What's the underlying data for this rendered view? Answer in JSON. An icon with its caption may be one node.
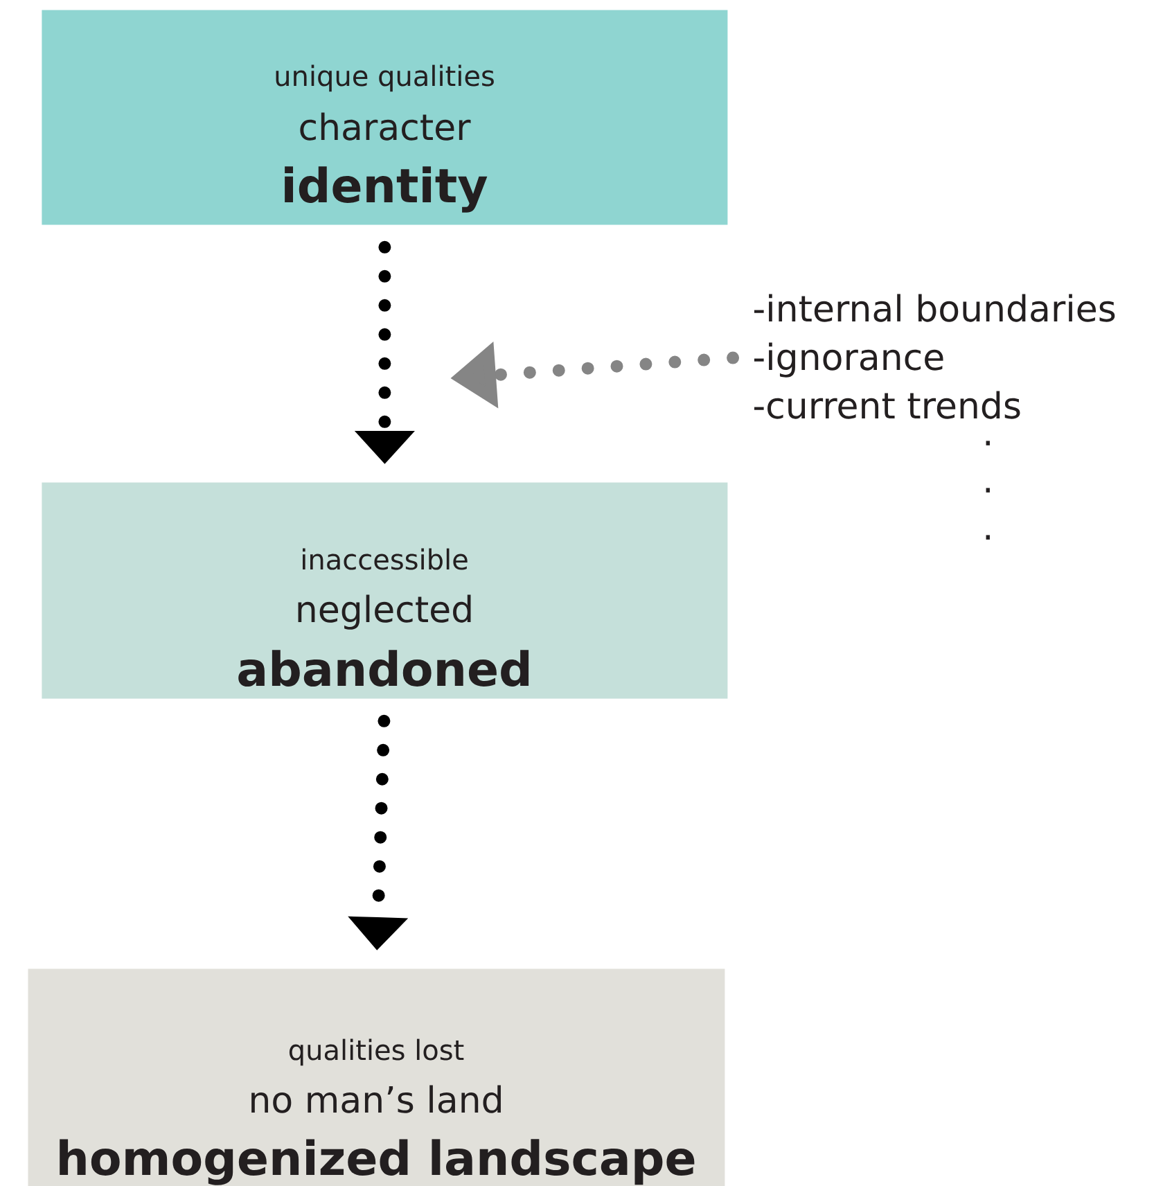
{
  "diagram": {
    "nodes": [
      {
        "text": [
          "unique qualities",
          "character",
          "identity"
        ]
      },
      {
        "text": [
          "inaccessible",
          "neglected",
          "abandoned"
        ]
      },
      {
        "text": [
          "qualities lost",
          "no man’s land",
          "homogenized landscape"
        ]
      },
      {
        "text": [
          "-internal boundaries",
          "-ignorance",
          "-current trends",
          ". . ."
        ]
      }
    ],
    "edges": [
      {
        "from": 0,
        "to": 1,
        "arrow": "to",
        "style": "dashed"
      },
      {
        "from": 1,
        "to": 2,
        "arrow": "to",
        "style": "dashed"
      },
      {
        "from": 3,
        "to": null,
        "arrow": "to",
        "style": "dashed",
        "color": "#858585"
      }
    ]
  }
}
